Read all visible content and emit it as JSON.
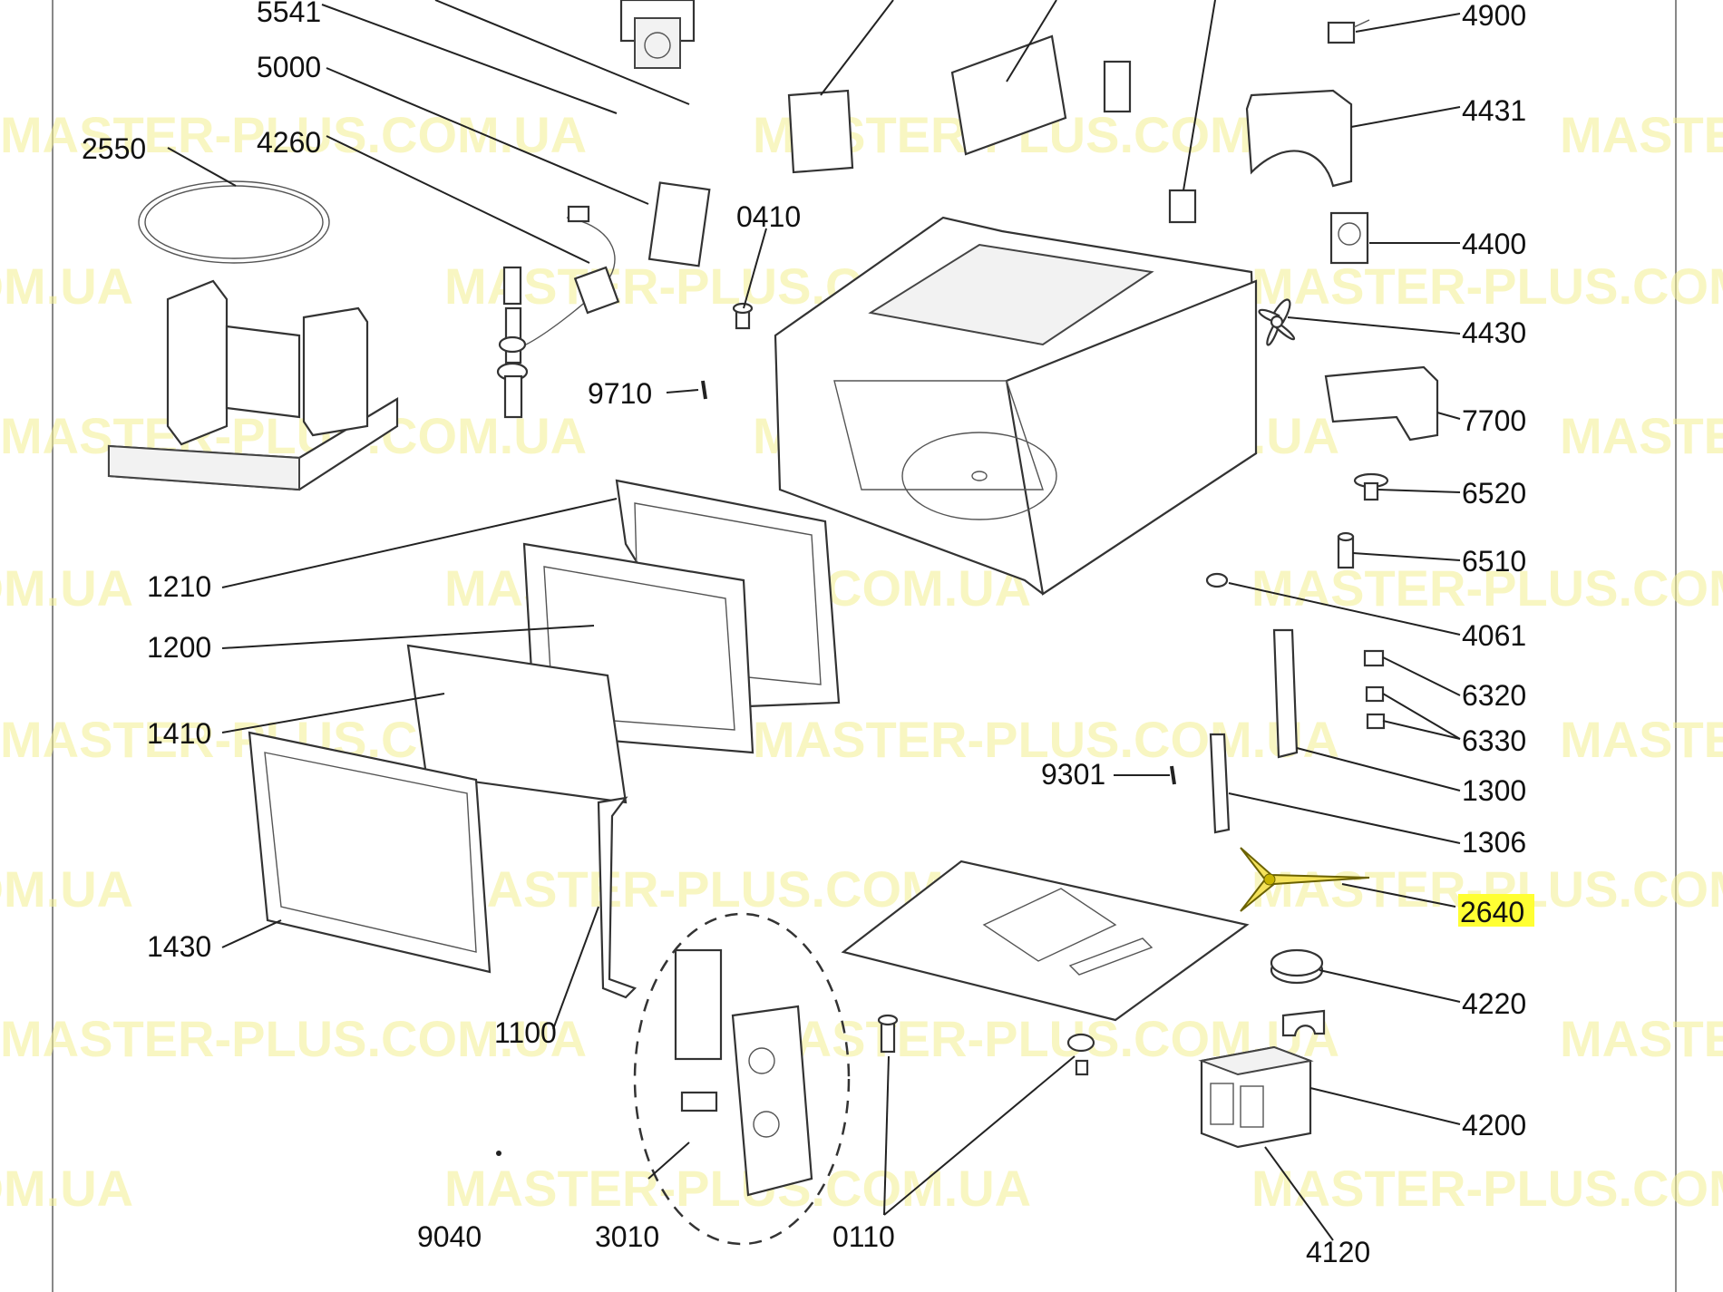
{
  "diagram": {
    "watermark": "MASTER-PLUS.COM.UA",
    "highlight_color": "#ffff33",
    "parts": [
      {
        "id": "p5541",
        "label": "5541"
      },
      {
        "id": "p5000",
        "label": "5000"
      },
      {
        "id": "p4260",
        "label": "4260"
      },
      {
        "id": "p2550",
        "label": "2550"
      },
      {
        "id": "p0410",
        "label": "0410"
      },
      {
        "id": "p9710",
        "label": "9710"
      },
      {
        "id": "p1210",
        "label": "1210"
      },
      {
        "id": "p1200",
        "label": "1200"
      },
      {
        "id": "p1410",
        "label": "1410"
      },
      {
        "id": "p1430",
        "label": "1430"
      },
      {
        "id": "p1100",
        "label": "1100"
      },
      {
        "id": "p9040",
        "label": "9040"
      },
      {
        "id": "p3010",
        "label": "3010"
      },
      {
        "id": "p0110",
        "label": "0110"
      },
      {
        "id": "p4120",
        "label": "4120"
      },
      {
        "id": "p4200",
        "label": "4200"
      },
      {
        "id": "p4220",
        "label": "4220"
      },
      {
        "id": "p2640",
        "label": "2640",
        "highlighted": true
      },
      {
        "id": "p1306",
        "label": "1306"
      },
      {
        "id": "p1300",
        "label": "1300"
      },
      {
        "id": "p9301",
        "label": "9301"
      },
      {
        "id": "p6330",
        "label": "6330"
      },
      {
        "id": "p6320",
        "label": "6320"
      },
      {
        "id": "p4061",
        "label": "4061"
      },
      {
        "id": "p6510",
        "label": "6510"
      },
      {
        "id": "p6520",
        "label": "6520"
      },
      {
        "id": "p7700",
        "label": "7700"
      },
      {
        "id": "p4430",
        "label": "4430"
      },
      {
        "id": "p4400",
        "label": "4400"
      },
      {
        "id": "p4431",
        "label": "4431"
      },
      {
        "id": "p4900",
        "label": "4900"
      }
    ]
  }
}
